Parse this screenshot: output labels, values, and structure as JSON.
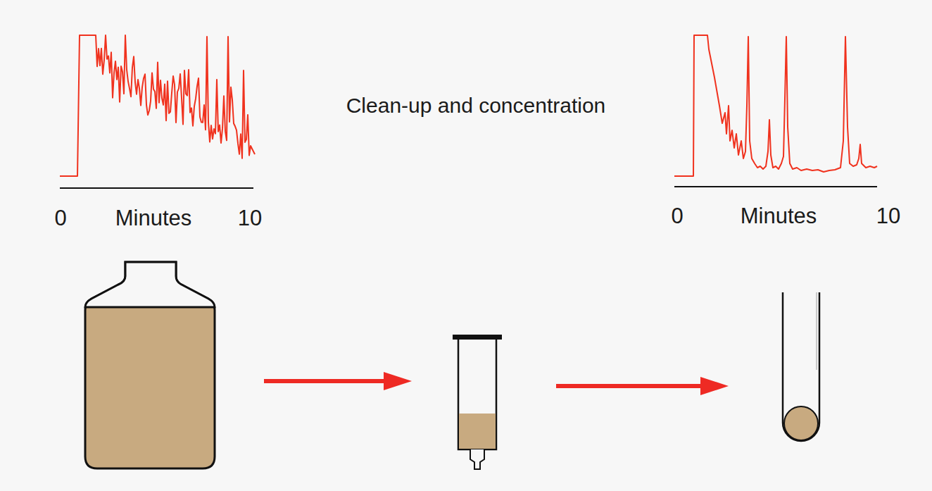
{
  "diagram": {
    "labels": [
      "0",
      "Minutes",
      "10",
      "Clean-up and concentration",
      "0",
      "Minutes",
      "10"
    ]
  }
}
